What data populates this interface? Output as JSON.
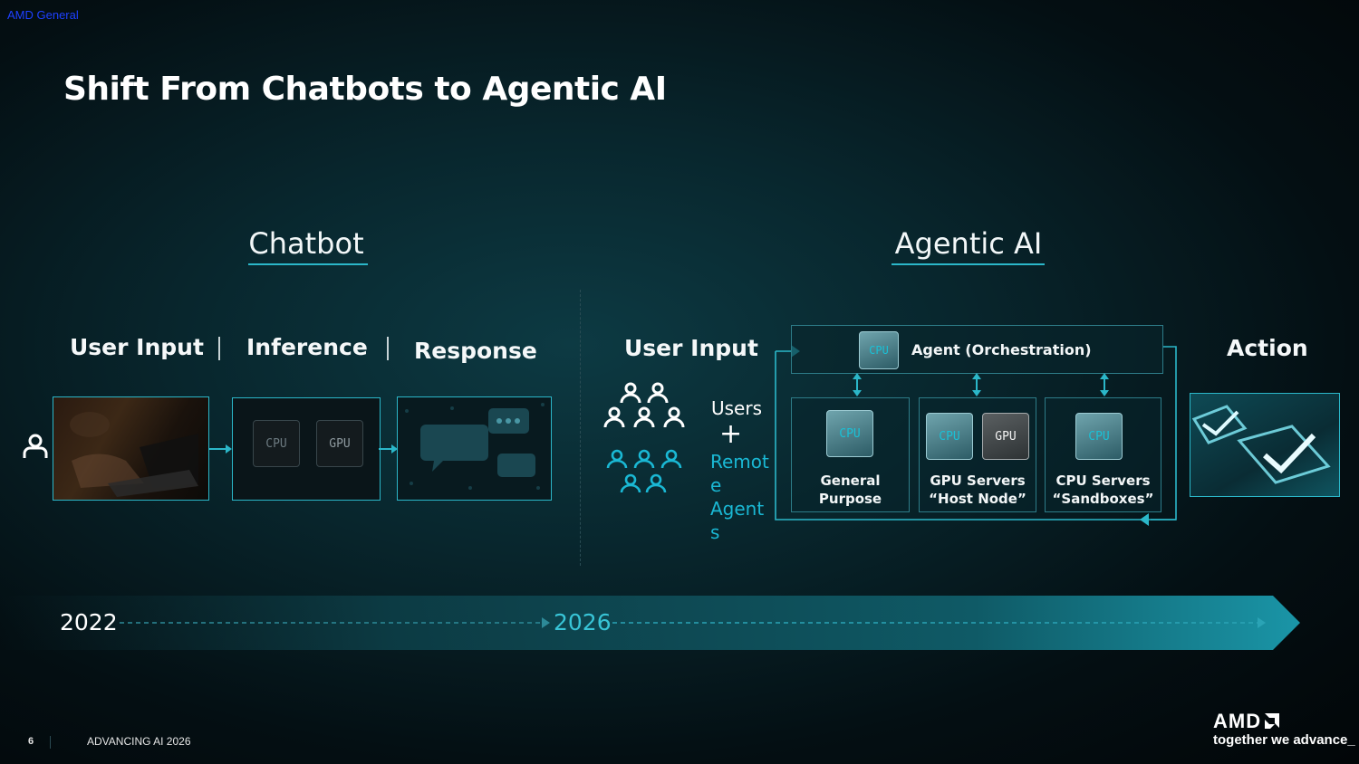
{
  "classification": "AMD General",
  "slide_title": "Shift From Chatbots to Agentic AI",
  "chatbot": {
    "heading": "Chatbot",
    "steps": [
      "User Input",
      "Inference",
      "Response"
    ],
    "chips": [
      "CPU",
      "GPU"
    ]
  },
  "agentic": {
    "heading": "Agentic AI",
    "user_input_label": "User Input",
    "users_label": "Users",
    "plus": "+",
    "remote_agents_lines": [
      "Remot",
      "e",
      "Agent",
      "s"
    ],
    "orchestrator": {
      "chip": "CPU",
      "label": "Agent (Orchestration)"
    },
    "servers": [
      {
        "chips": [
          "CPU"
        ],
        "lines": [
          "General",
          "Purpose"
        ]
      },
      {
        "chips": [
          "CPU",
          "GPU"
        ],
        "lines": [
          "GPU Servers",
          "“Host Node”"
        ]
      },
      {
        "chips": [
          "CPU"
        ],
        "lines": [
          "CPU Servers",
          "“Sandboxes”"
        ]
      }
    ],
    "action_label": "Action"
  },
  "timeline": {
    "start": "2022",
    "end": "2026"
  },
  "footer": {
    "page_number": "6",
    "event": "ADVANCING AI 2026",
    "brand": "AMD",
    "tagline": "together we advance_"
  },
  "colors": {
    "accent": "#2bb7c9",
    "remote_agents": "#1ab8d4",
    "classification": "#1e40ff"
  },
  "icons": [
    "user-icon",
    "users-group-icon",
    "robot-agents-icon",
    "checkmark-icon",
    "laptop-typing-image",
    "chat-bubbles-image"
  ]
}
